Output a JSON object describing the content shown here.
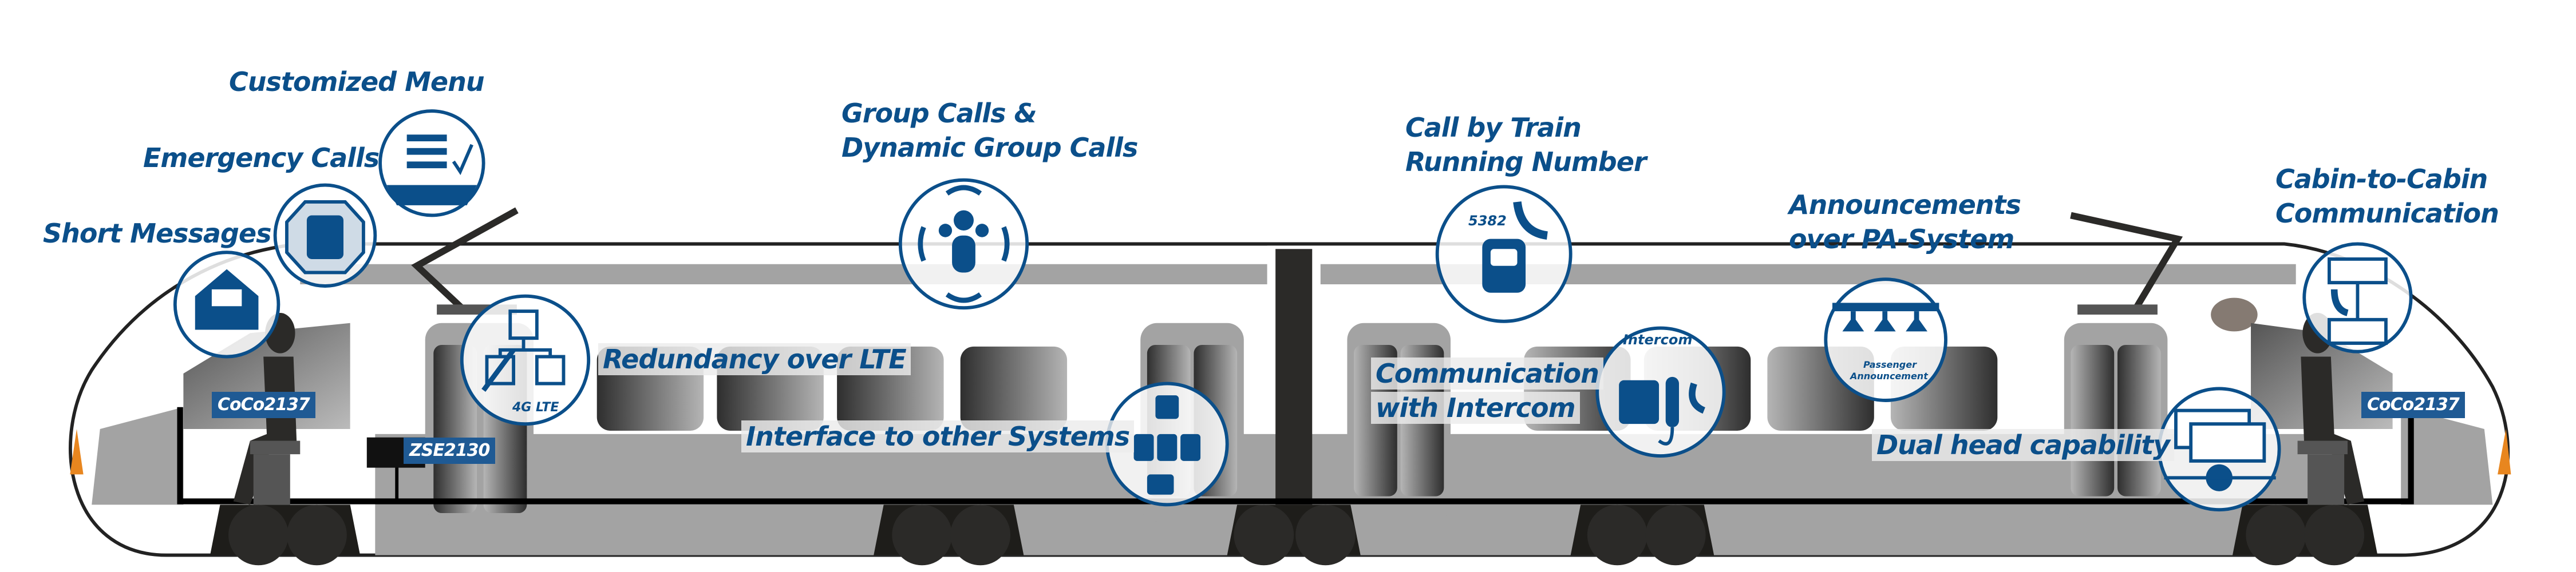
{
  "diagram": {
    "subject": "Train communication features",
    "accent_color": "#0b4f8a",
    "features": [
      {
        "id": "customized-menu",
        "label": "Customized Menu",
        "icon": "menu-handshake-icon"
      },
      {
        "id": "emergency-calls",
        "label": "Emergency Calls",
        "icon": "train-octagon-icon"
      },
      {
        "id": "short-messages",
        "label": "Short Messages",
        "icon": "envelope-icon"
      },
      {
        "id": "redundancy-lte",
        "label": "Redundancy over LTE",
        "icon": "network-4g-lte-icon",
        "icon_text": "4G LTE"
      },
      {
        "id": "group-calls",
        "label_line1": "Group Calls &",
        "label_line2": "Dynamic Group Calls",
        "icon": "group-broadcast-icon"
      },
      {
        "id": "interface-systems",
        "label": "Interface to other Systems",
        "icon": "hierarchy-connector-icon"
      },
      {
        "id": "train-running-number",
        "label_line1": "Call by Train",
        "label_line2": "Running Number",
        "icon": "train-phone-icon",
        "icon_text": "5382"
      },
      {
        "id": "intercom",
        "label_line1": "Communication",
        "label_line2": "with Intercom",
        "icon": "intercom-icon",
        "icon_text": "Intercom"
      },
      {
        "id": "pa-system",
        "label_line1": "Announcements",
        "label_line2": "over PA-System",
        "icon": "speakers-icon",
        "icon_text_line1": "Passenger",
        "icon_text_line2": "Announcement"
      },
      {
        "id": "dual-head",
        "label": "Dual head capability",
        "icon": "dual-device-plug-icon"
      },
      {
        "id": "cabin-to-cabin",
        "label_line1": "Cabin-to-Cabin",
        "label_line2": "Communication",
        "icon": "cabin-link-icon"
      }
    ],
    "device_tags": {
      "left_console": "CoCo2137",
      "right_console": "CoCo2137",
      "central_unit": "ZSE2130"
    }
  }
}
